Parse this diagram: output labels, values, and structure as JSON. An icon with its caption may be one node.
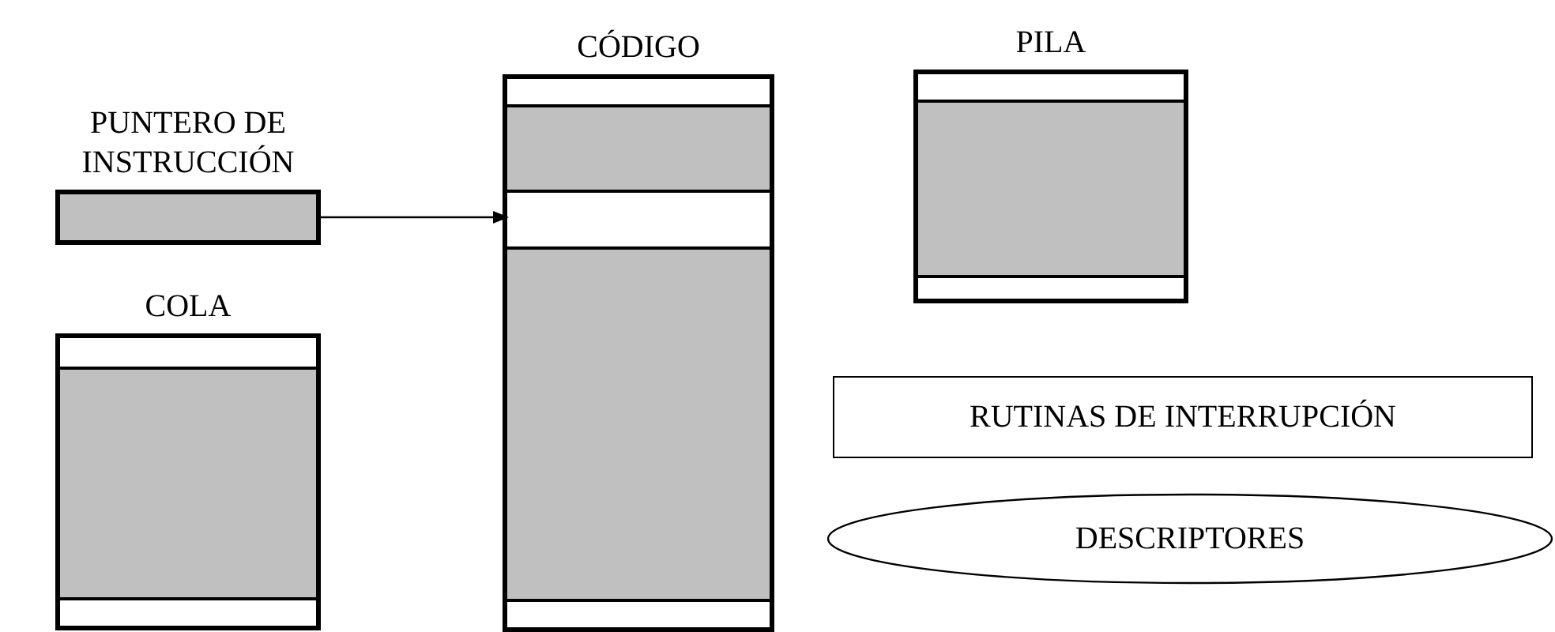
{
  "diagram": {
    "nodes": [
      {
        "text": [
          "PUNTERO DE INSTRUCCIÓN"
        ]
      },
      {
        "text": [
          "CÓDIGO"
        ]
      },
      {
        "text": [],
        "shape": "box",
        "in": 1
      },
      {
        "text": [
          "PILA"
        ]
      },
      {
        "text": [
          "COLA"
        ]
      },
      {
        "text": [
          "RUTINAS DE INTERRUPCIÓN"
        ]
      },
      {
        "text": [
          "DESCRIPTORES"
        ]
      }
    ],
    "edges": [
      {
        "from": 0,
        "to": 2,
        "arrow": "to"
      }
    ]
  }
}
